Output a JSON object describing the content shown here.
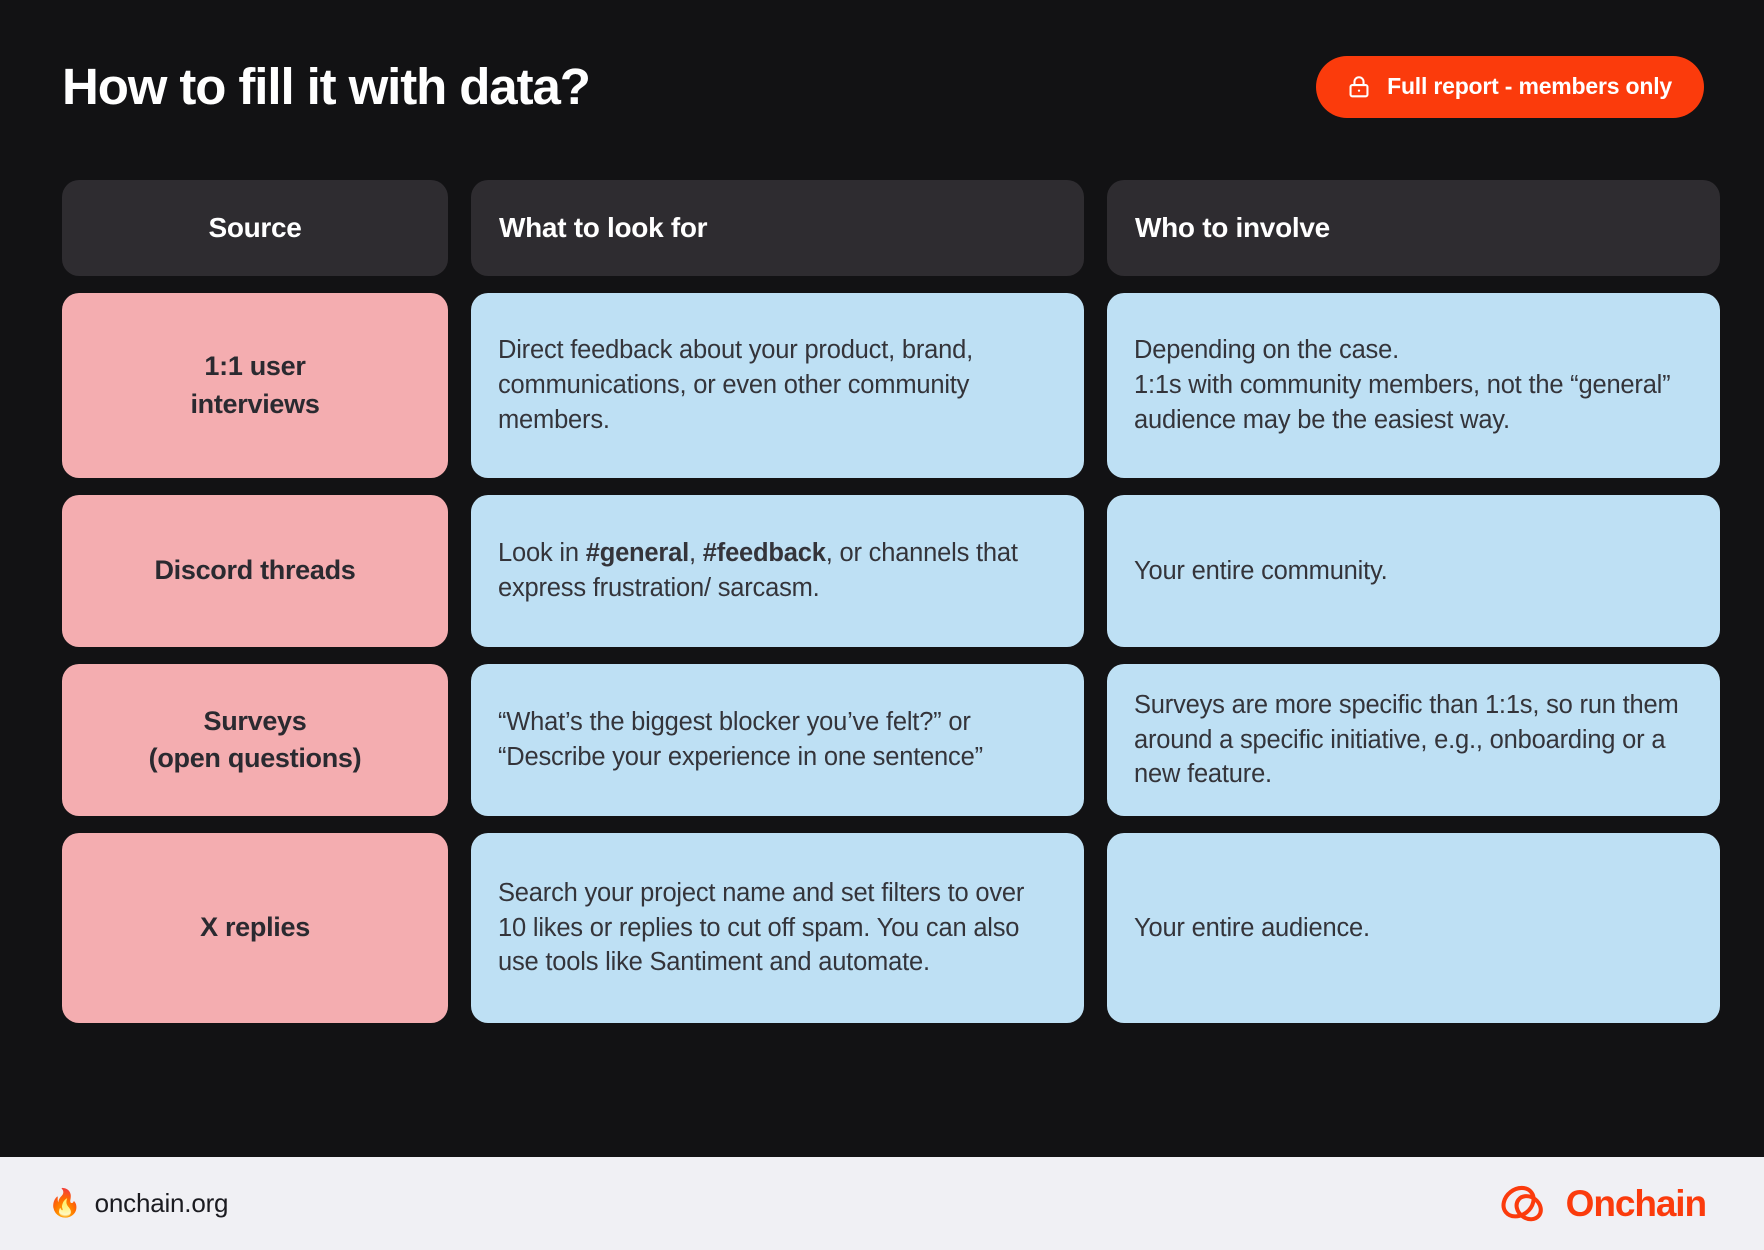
{
  "header": {
    "title": "How to fill it with data?",
    "cta": {
      "label": "Full report - members only",
      "icon": "lock-icon",
      "color": "#FB3B0C"
    }
  },
  "table": {
    "columns": [
      "Source",
      "What to look for",
      "Who to involve"
    ],
    "rows": [
      {
        "source": "1:1 user\ninterviews",
        "what": "Direct feedback about your product, brand, communications, or even other community members.",
        "what_html": "Direct feedback about your product, brand, communications, or even other community members.",
        "who": "Depending on the case.\n1:1s with community members, not the “general” audience may be the easiest way."
      },
      {
        "source": "Discord threads",
        "what": "Look in #general, #feedback, or channels that express frustration/ sarcasm.",
        "what_html": "Look in <b>#general</b>, <b>#feedback</b>, or channels that express frustration/ sarcasm.",
        "who": "Your entire community."
      },
      {
        "source": "Surveys\n(open questions)",
        "what": "“What’s the biggest blocker you’ve felt?” or “Describe your experience in one sentence”",
        "what_html": "“What’s the biggest blocker you’ve felt?” or “Describe your experience in one sentence”",
        "who": "Surveys are more specific than 1:1s, so run them around a specific initiative, e.g., onboarding or a new feature."
      },
      {
        "source": "X replies",
        "what": "Search your project name and set filters to over 10 likes or replies to cut off spam. You can also use tools like Santiment and automate.",
        "what_html": "Search your project name and set filters to over 10 likes or replies to cut off spam. You can also use tools like Santiment and automate.",
        "who": "Your entire audience."
      }
    ]
  },
  "footer": {
    "flame": "🔥",
    "url": "onchain.org",
    "brand_name": "Onchain"
  },
  "colors": {
    "background": "#121214",
    "header_cell": "#2E2C30",
    "source_cell": "#F4ADB0",
    "info_cell": "#BEE0F4",
    "accent": "#FB3B0C",
    "footer_bg": "#F0F0F4"
  }
}
